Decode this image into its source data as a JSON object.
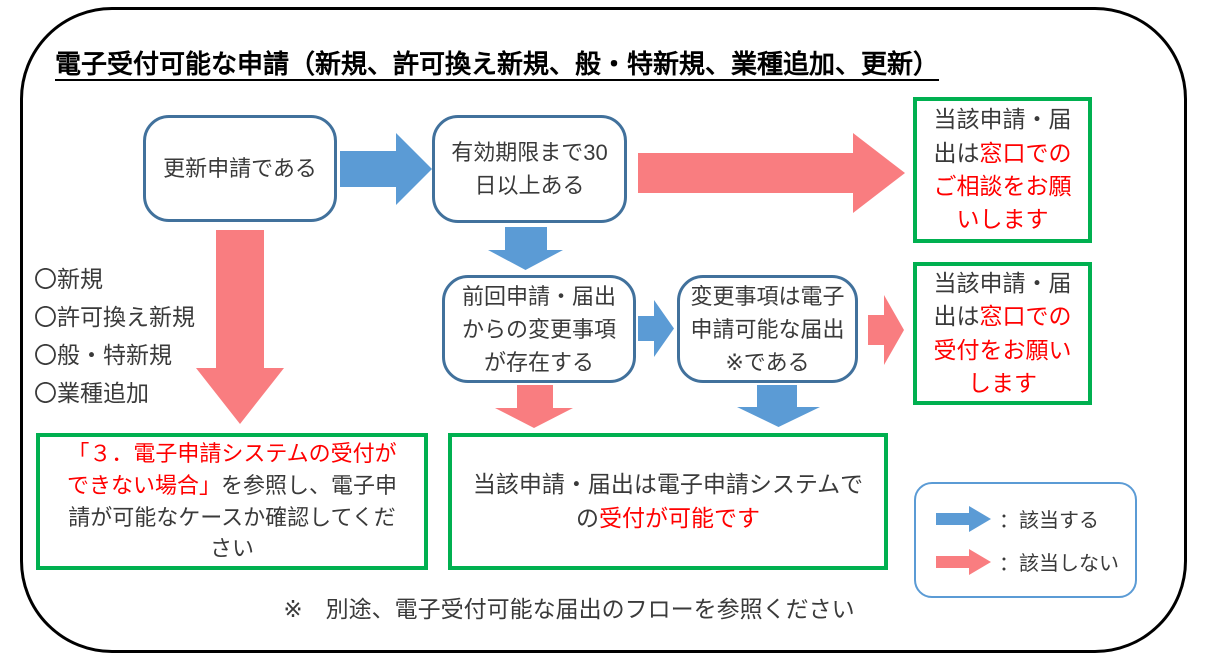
{
  "title": "電子受付可能な申請（新規、許可換え新規、般・特新規、業種追加、更新）",
  "colors": {
    "blue_arrow": "#5B9BD5",
    "red_arrow": "#F97D80",
    "box_border": "#41719C",
    "green_border": "#00B050",
    "red_text": "#FF0000"
  },
  "flow": {
    "renewal": "更新申請である",
    "expiry": "有効期限まで30\n日以上ある",
    "changes": "前回申請・届出\nからの変更事項\nが存在する",
    "change_type": "変更事項は電子\n申請可能な届出\n※である"
  },
  "results": {
    "consult": {
      "black": "当該申請・届\n出は",
      "red": "窓口での\nご相談をお願\nいします"
    },
    "counter": {
      "black": "当該申請・届\n出は",
      "red": "窓口での\n受付をお願い\nします"
    },
    "refer": {
      "red": "「３．電子申請システムの受付が\nできない場合」",
      "black": "を参照し、電子申\n請が可能なケースか確認してくだ\nさい"
    },
    "online": {
      "black": "当該申請・届出は電子申請システムで\nの",
      "red": "受付が可能です"
    }
  },
  "side_list": [
    "〇新規",
    "〇許可換え新規",
    "〇般・特新規",
    "〇業種追加"
  ],
  "legend": {
    "applies": "：該当する",
    "not_applies": "：該当しない"
  },
  "footnote": "※　別途、電子受付可能な届出のフローを参照ください"
}
